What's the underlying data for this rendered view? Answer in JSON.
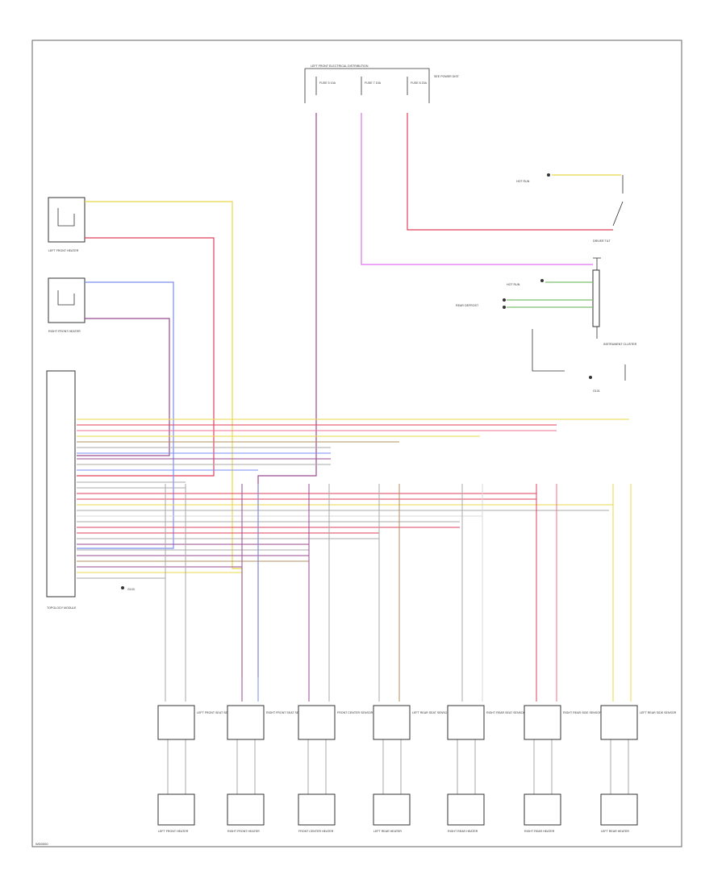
{
  "diagram": {
    "footer_code": "WD0000",
    "fuse_box": {
      "title": "LEFT FRONT ELECTRICAL DISTRIBUTION",
      "side_label": "SEE POWER DIST.",
      "fuses": [
        "FUSE 5 10A",
        "FUSE 7 10A",
        "FUSE 8 20A"
      ]
    },
    "switches": {
      "hot_run": "HOT RUN",
      "hot_run_2": "HOT RUN",
      "tilt_label": "DRIVER TILT",
      "instrument_label": "INSTRUMENT CLUSTER",
      "rear_defrost": "REAR DEFROST",
      "g101": "G101"
    },
    "heater_elements": [
      {
        "label": "LEFT FRONT HEATER"
      },
      {
        "label": "RIGHT FRONT HEATER"
      }
    ],
    "main_module": {
      "label": "TOPOLOGY MODULE",
      "ground": "G103"
    },
    "sensors": [
      {
        "label": "LEFT FRONT SEAT SENSOR"
      },
      {
        "label": "RIGHT FRONT SEAT SENSOR"
      },
      {
        "label": "FRONT CENTER SENSOR"
      },
      {
        "label": "LEFT REAR SEAT SENSOR"
      },
      {
        "label": "RIGHT REAR SEAT SENSOR"
      },
      {
        "label": "RIGHT REAR SIDE SENSOR"
      },
      {
        "label": "LEFT REAR SIDE SENSOR"
      }
    ],
    "heaters": [
      {
        "label": "LEFT FRONT HEATER"
      },
      {
        "label": "RIGHT FRONT HEATER"
      },
      {
        "label": "FRONT CENTER HEATER"
      },
      {
        "label": "LEFT REAR HEATER"
      },
      {
        "label": "RIGHT REAR HEATER"
      },
      {
        "label": "RIGHT REAR HEATER"
      },
      {
        "label": "LEFT REAR HEATER"
      }
    ],
    "wire_colors": {
      "yellow": "#e8d84a",
      "red": "#e0405a",
      "pink": "#f07090",
      "blue": "#7a8cf0",
      "purple": "#9a4a90",
      "magenta": "#e070f0",
      "green": "#7cc070",
      "gray": "#a8a8a8",
      "brown": "#b09060",
      "orange": "#e8a050",
      "white": "#d8d8d8"
    }
  }
}
